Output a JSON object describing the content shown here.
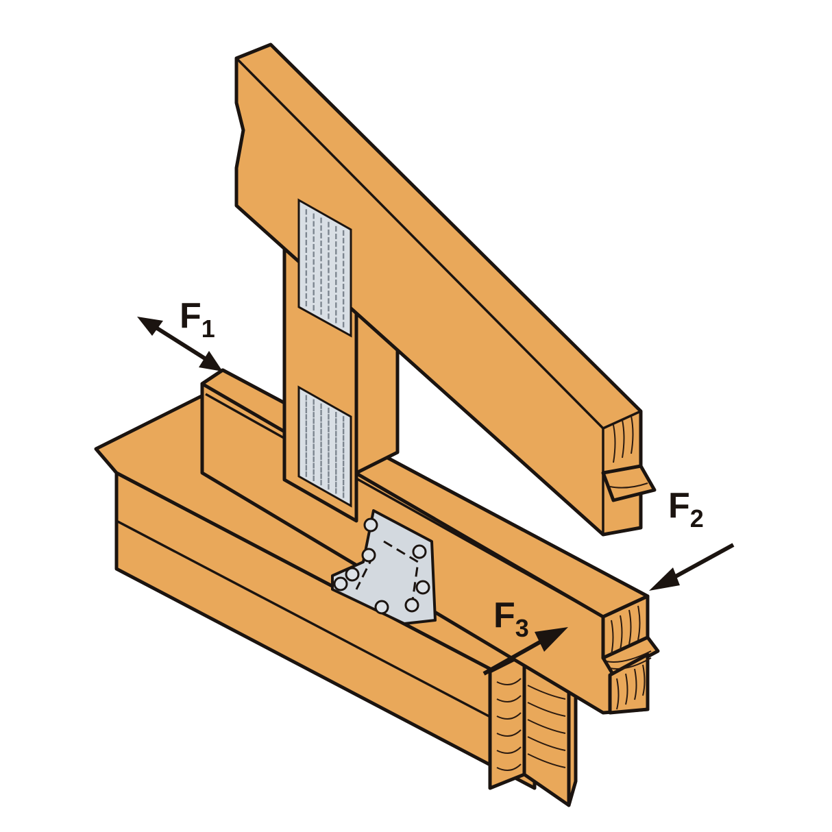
{
  "diagram": {
    "title": "Timber framing connection with angle bracket and truss nail plates",
    "colors": {
      "background": "#FFFFFF",
      "wood": "#E9A85A",
      "outline": "#1B1410",
      "metal_plate": "#D9DFE5",
      "bracket": "#D3D9DF"
    },
    "components": [
      {
        "id": "top-chord",
        "label": "Sloped top chord (rafter)"
      },
      {
        "id": "vertical-web",
        "label": "Vertical web member"
      },
      {
        "id": "bottom-chord",
        "label": "Bottom chord"
      },
      {
        "id": "sill-plates",
        "label": "Lower stacked plates"
      },
      {
        "id": "nail-plate-upper",
        "label": "Truss nail plate (upper)"
      },
      {
        "id": "nail-plate-lower",
        "label": "Truss nail plate (lower)"
      },
      {
        "id": "angle-bracket",
        "label": "Angle connector with 8 bolts"
      }
    ],
    "forces": [
      {
        "id": "F1",
        "letter": "F",
        "subscript": "1",
        "direction": "bidirectional, parallel to bottom chord end"
      },
      {
        "id": "F2",
        "letter": "F",
        "subscript": "2",
        "direction": "toward bottom chord end, from upper right"
      },
      {
        "id": "F3",
        "letter": "F",
        "subscript": "3",
        "direction": "along chord, pointing up-right"
      }
    ]
  }
}
